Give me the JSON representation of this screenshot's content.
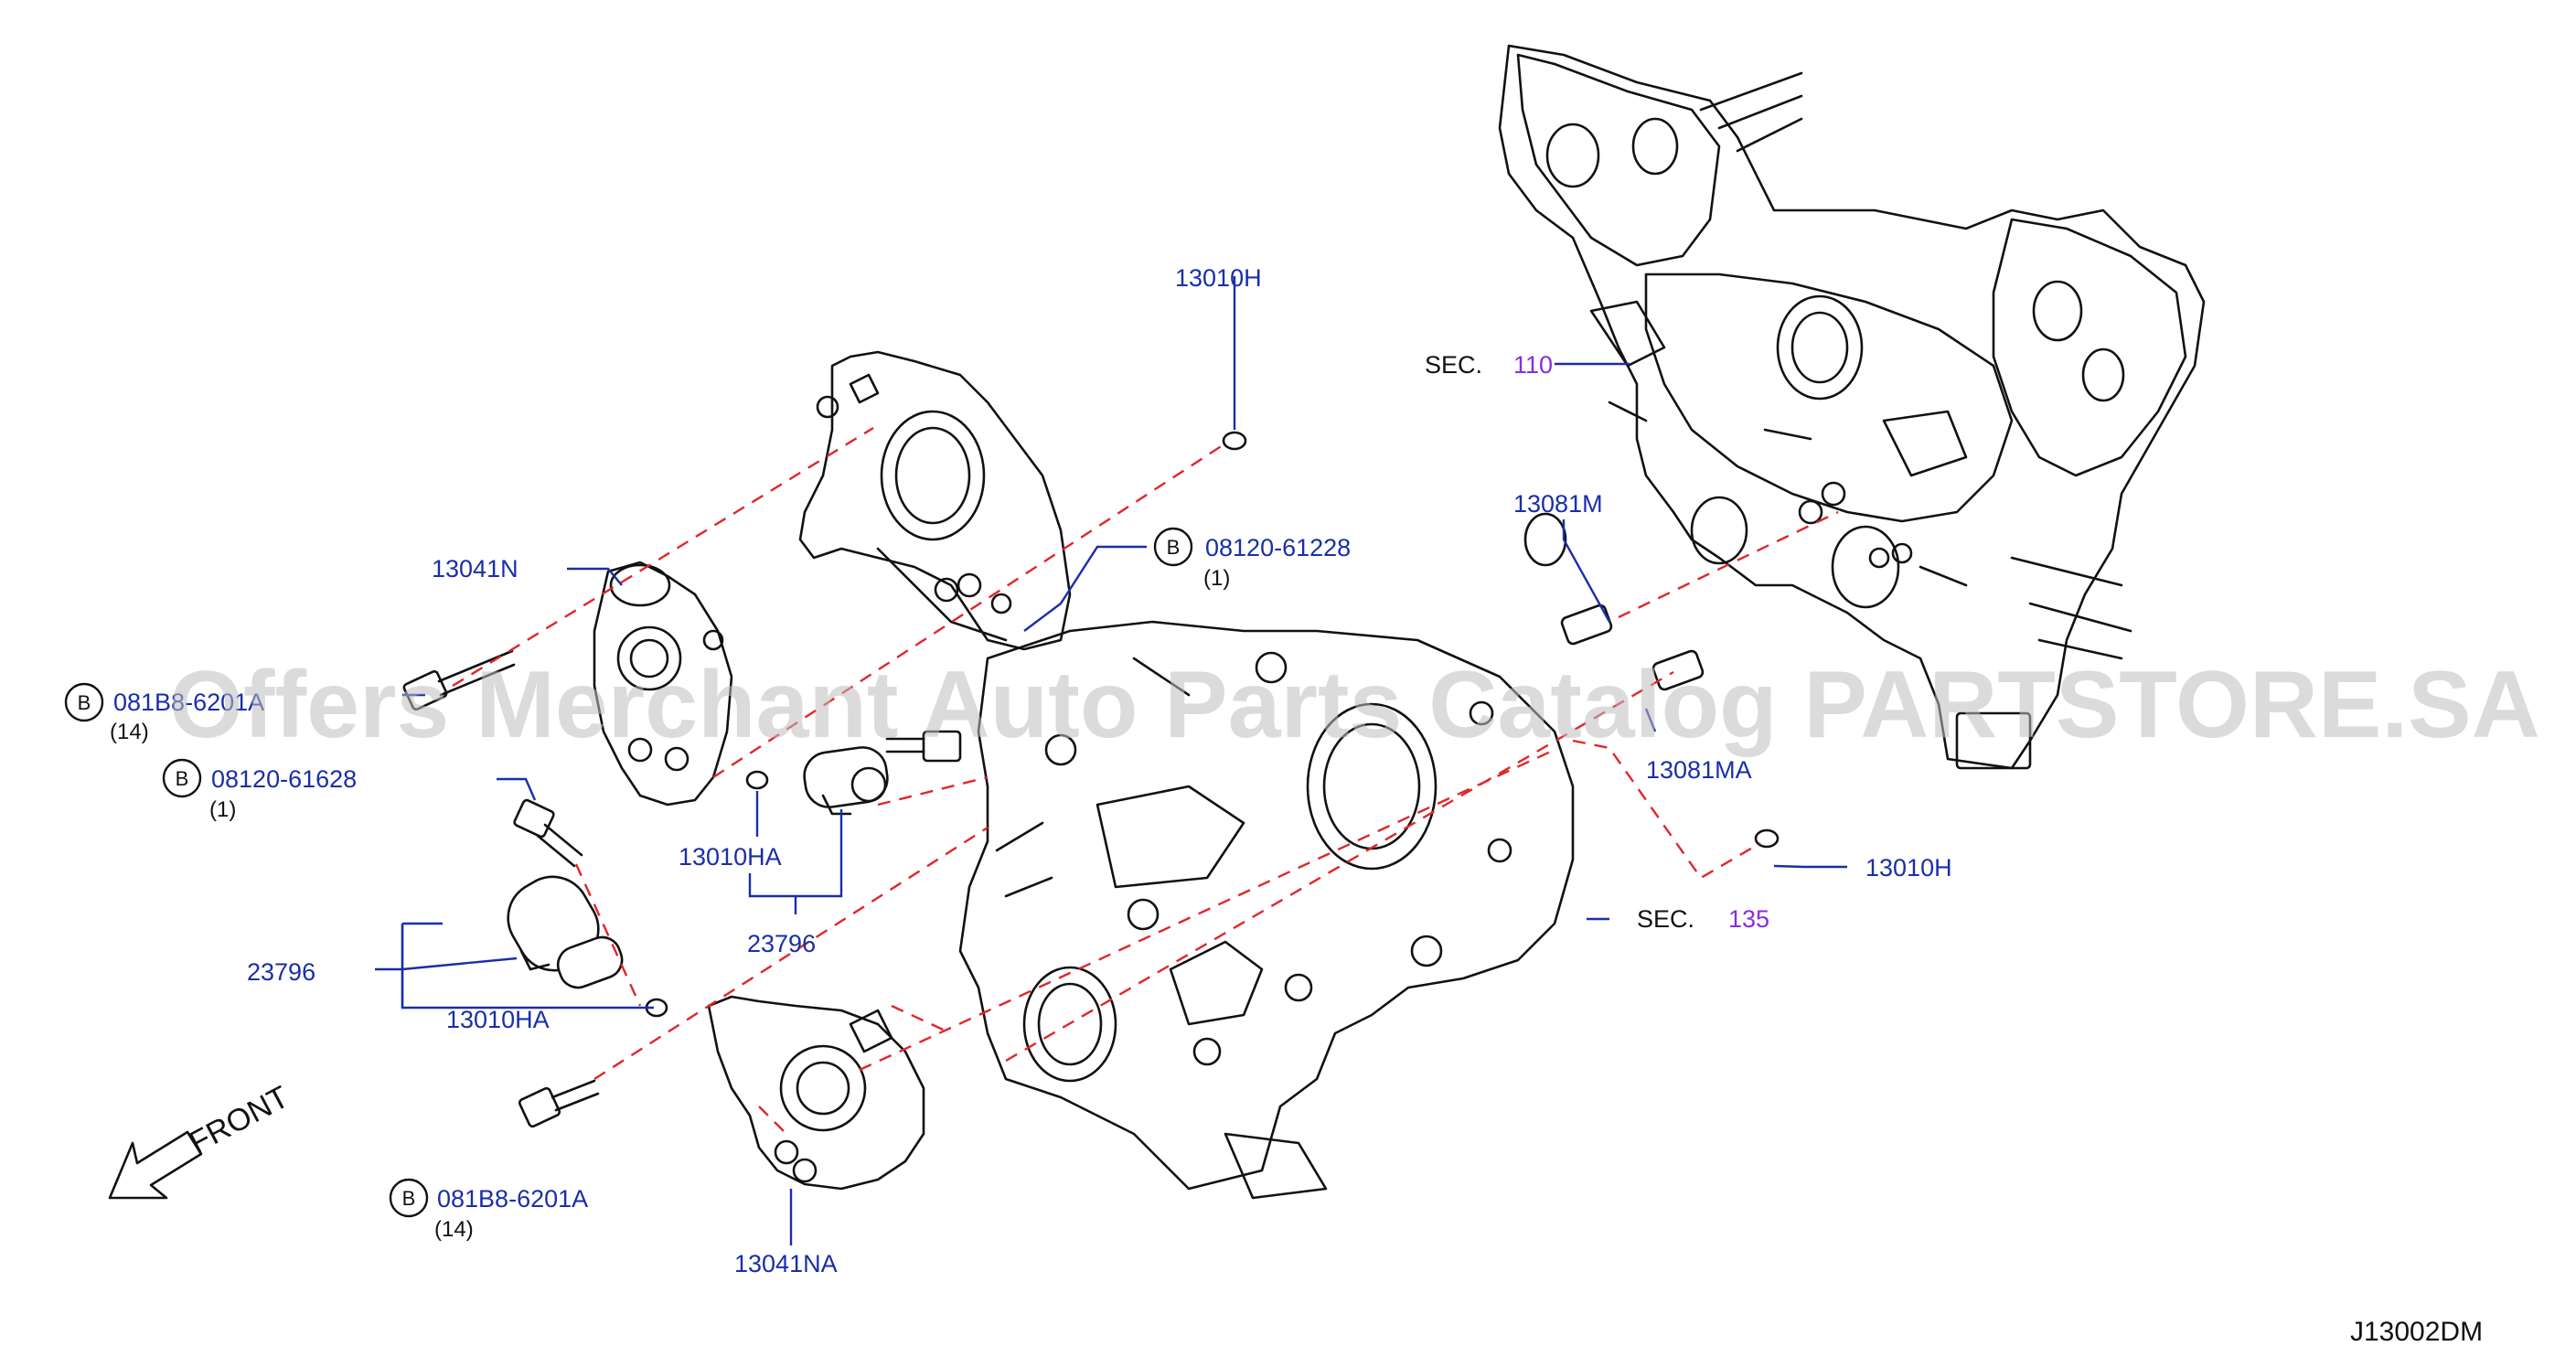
{
  "diagram_code": "J13002DM",
  "watermark": "Offers Merchant Auto Parts Catalog PARTSTORE.SA",
  "front_label": "FRONT",
  "bolt_symbol": "B",
  "sections": [
    {
      "prefix": "SEC.",
      "number": "110"
    },
    {
      "prefix": "SEC.",
      "number": "135"
    }
  ],
  "callouts": {
    "p13010h_top": "13010H",
    "p13010h_right": "13010H",
    "p13041n": "13041N",
    "p13041na": "13041NA",
    "p13081m": "13081M",
    "p13081ma": "13081MA",
    "p13010ha_upper": "13010HA",
    "p13010ha_lower": "13010HA",
    "p23796_upper": "23796",
    "p23796_lower": "23796",
    "b_08120_61228": {
      "code": "08120-61228",
      "qty": "(1)"
    },
    "b_081b8_6201a_upper": {
      "code": "081B8-6201A",
      "qty": "(14)"
    },
    "b_08120_61628": {
      "code": "08120-61628",
      "qty": "(1)"
    },
    "b_081b8_6201a_lower": {
      "code": "081B8-6201A",
      "qty": "(14)"
    }
  }
}
